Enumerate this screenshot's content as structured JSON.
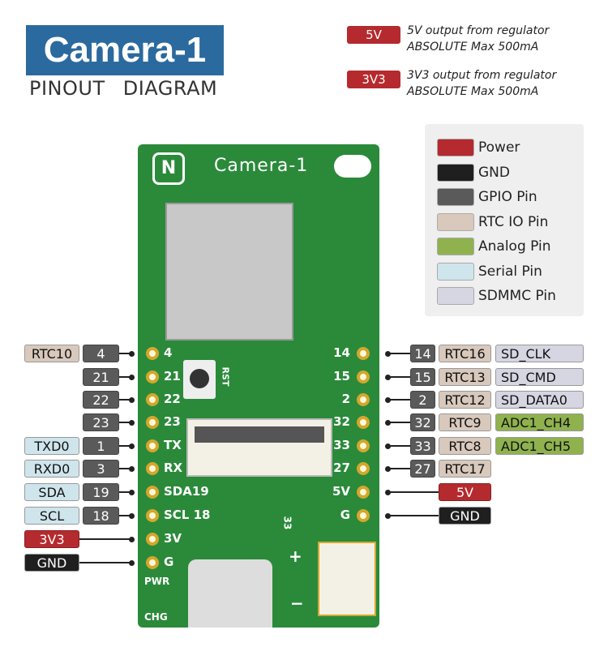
{
  "header": {
    "title": "Camera-1",
    "subtitle": "PINOUT DIAGRAM"
  },
  "notes": [
    {
      "tag": "5V",
      "text1": "5V output from regulator",
      "text2": "ABSOLUTE Max 500mA"
    },
    {
      "tag": "3V3",
      "text1": "3V3 output from regulator",
      "text2": "ABSOLUTE Max 500mA"
    }
  ],
  "legend": [
    {
      "label": "Power",
      "color": "#b52a2e"
    },
    {
      "label": "GND",
      "color": "#1f1f1f"
    },
    {
      "label": "GPIO Pin",
      "color": "#5a5a5a"
    },
    {
      "label": "RTC IO Pin",
      "color": "#d8c9bc"
    },
    {
      "label": "Analog Pin",
      "color": "#8fb24e"
    },
    {
      "label": "Serial Pin",
      "color": "#cfe5ec"
    },
    {
      "label": "SDMMC Pin",
      "color": "#d6d6e2"
    }
  ],
  "board": {
    "name": "Camera-1",
    "logo": "N",
    "rst": "RST",
    "pwr": "PWR",
    "chg": "CHG",
    "plus": "+",
    "minus": "−",
    "bat_label": "33",
    "left_silk": [
      "4",
      "21",
      "22",
      "23",
      "TX",
      "RX",
      "SDA19",
      "SCL 18",
      "3V",
      "G"
    ],
    "right_silk": [
      "14",
      "15",
      "2",
      "32",
      "33",
      "27",
      "5V",
      "G"
    ]
  },
  "left_pins": [
    {
      "name": "RTC10",
      "name_type": "rtc",
      "num": "4"
    },
    {
      "num": "21"
    },
    {
      "num": "22"
    },
    {
      "num": "23"
    },
    {
      "name": "TXD0",
      "name_type": "ser",
      "num": "1"
    },
    {
      "name": "RXD0",
      "name_type": "ser",
      "num": "3"
    },
    {
      "name": "SDA",
      "name_type": "ser",
      "num": "19"
    },
    {
      "name": "SCL",
      "name_type": "ser",
      "num": "18"
    },
    {
      "power": "3V3",
      "power_type": "pwr"
    },
    {
      "power": "GND",
      "power_type": "gnd"
    }
  ],
  "right_pins": [
    {
      "num": "14",
      "rtc": "RTC16",
      "func": "SD_CLK",
      "func_type": "sd"
    },
    {
      "num": "15",
      "rtc": "RTC13",
      "func": "SD_CMD",
      "func_type": "sd"
    },
    {
      "num": "2",
      "rtc": "RTC12",
      "func": "SD_DATA0",
      "func_type": "sd"
    },
    {
      "num": "32",
      "rtc": "RTC9",
      "func": "ADC1_CH4",
      "func_type": "adc"
    },
    {
      "num": "33",
      "rtc": "RTC8",
      "func": "ADC1_CH5",
      "func_type": "adc"
    },
    {
      "num": "27",
      "rtc": "RTC17"
    },
    {
      "power": "5V",
      "power_type": "pwr"
    },
    {
      "power": "GND",
      "power_type": "gnd"
    }
  ]
}
